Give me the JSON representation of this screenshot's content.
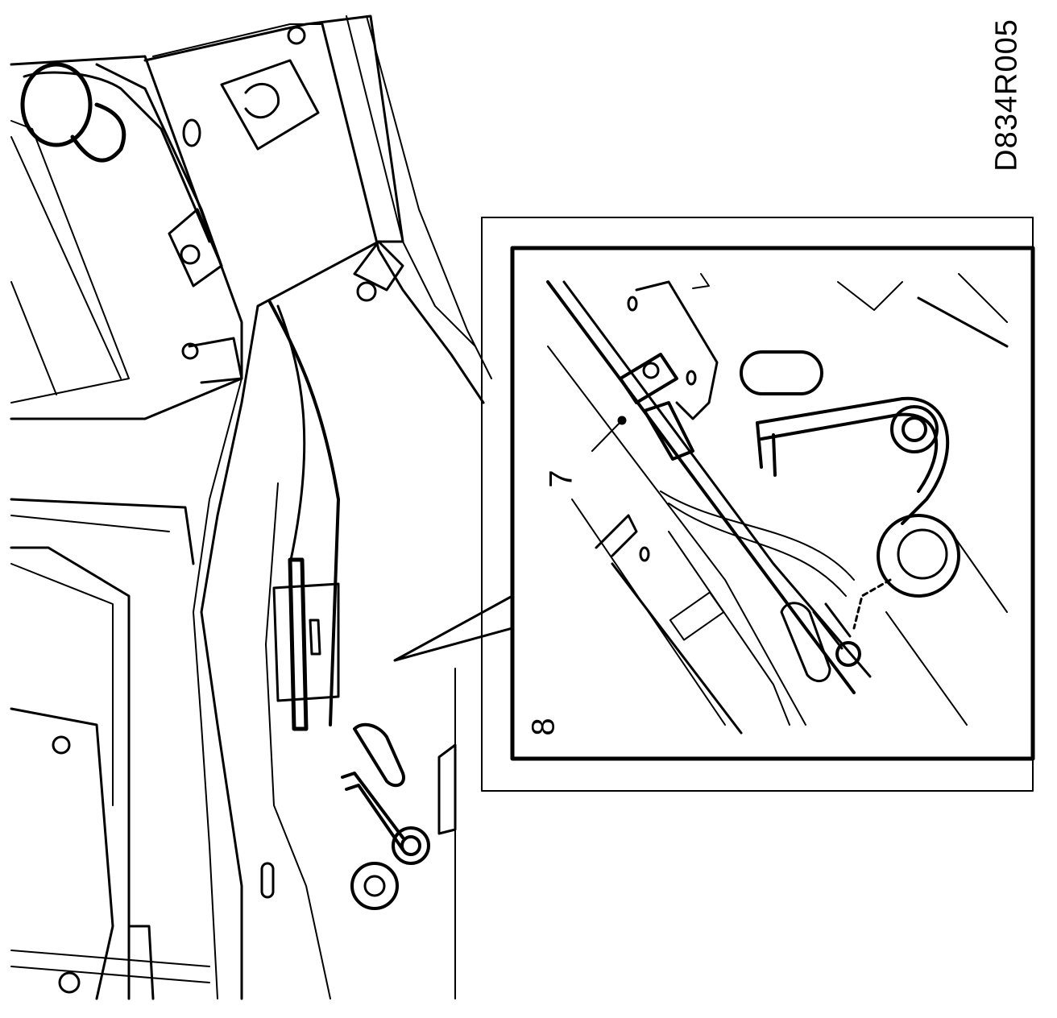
{
  "figure": {
    "code": "D834R005",
    "callouts": [
      "7",
      "8"
    ],
    "ink_color": "#000000",
    "paper_color": "#ffffff"
  }
}
